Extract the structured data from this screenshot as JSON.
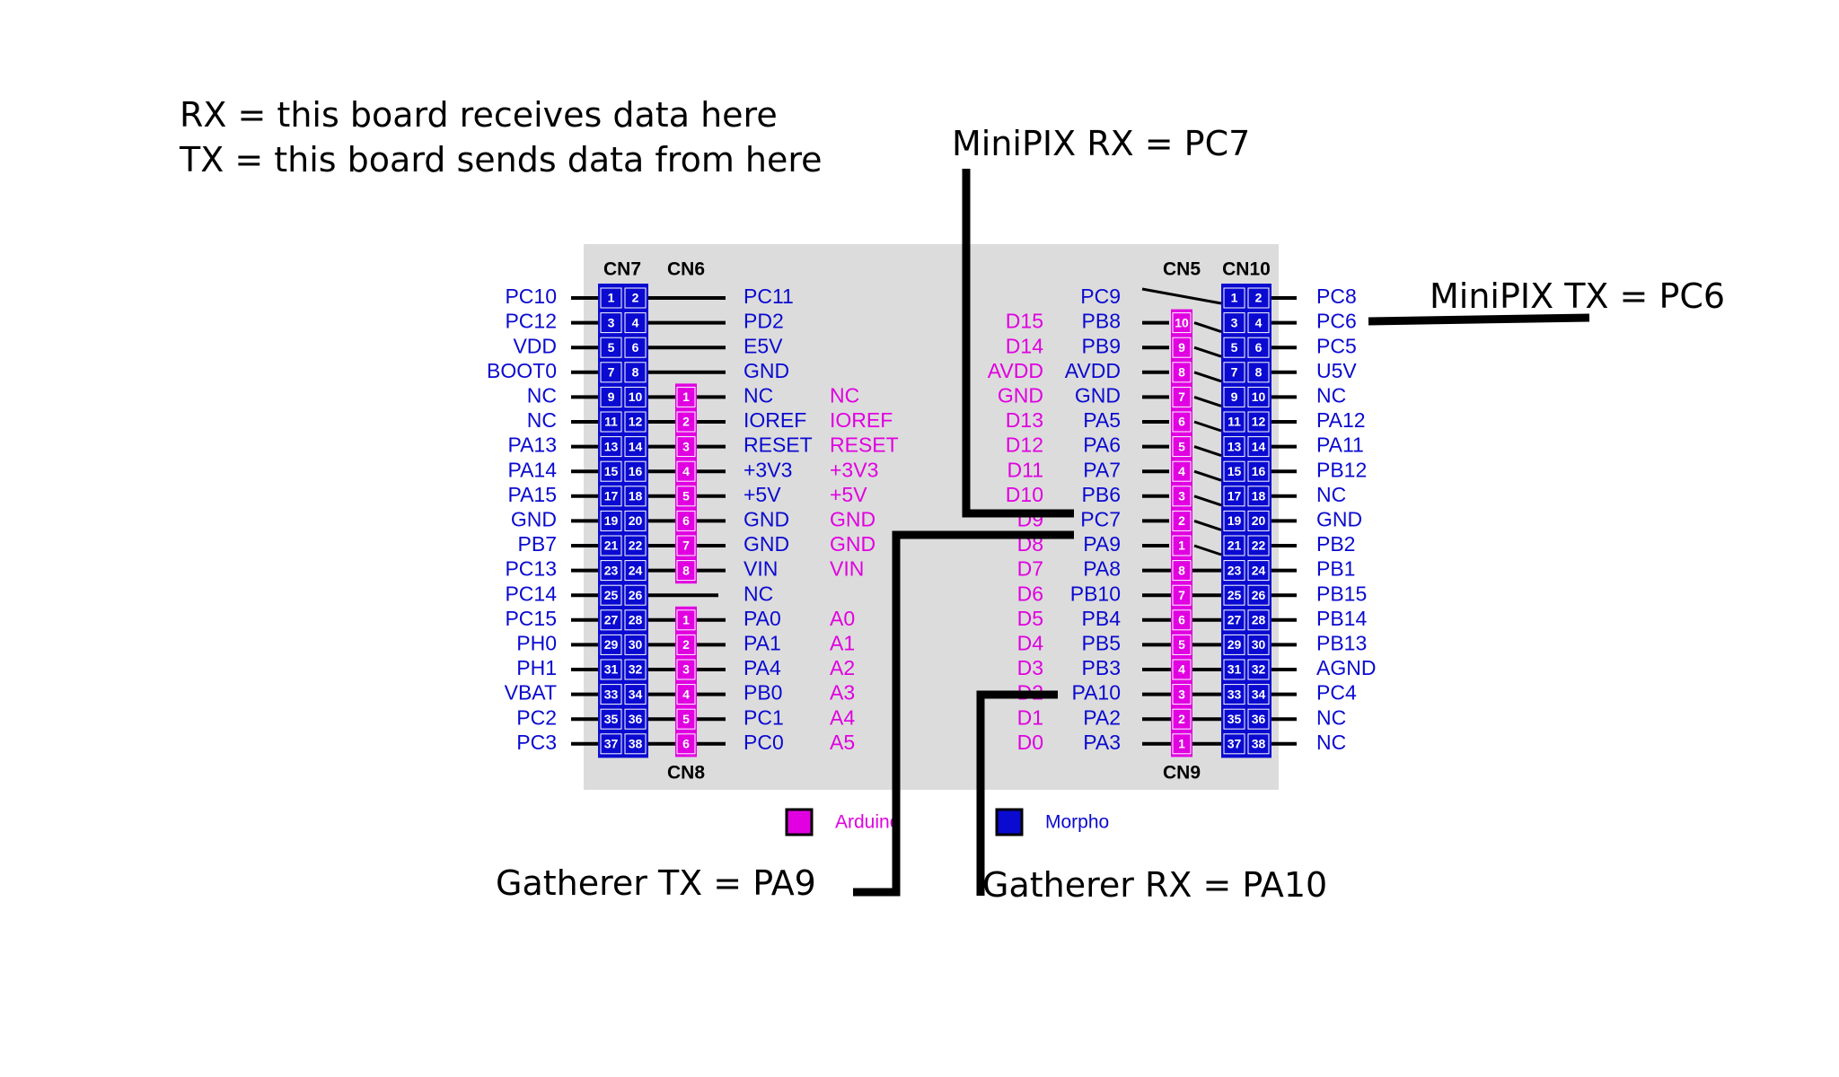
{
  "notes": {
    "rx_definition": "RX = this board receives data here",
    "tx_definition": "TX = this board sends data from here",
    "minipix_rx": "MiniPIX RX = PC7",
    "minipix_tx": "MiniPIX TX = PC6",
    "gatherer_tx": "Gatherer TX = PA9",
    "gatherer_rx": "Gatherer RX = PA10"
  },
  "headers": {
    "cn7": "CN7",
    "cn6": "CN6",
    "cn8": "CN8",
    "cn5": "CN5",
    "cn10": "CN10",
    "cn9": "CN9"
  },
  "colors": {
    "morpho": "#0a0ad0",
    "arduino": "#e000e0",
    "board": "#dcdcdc",
    "wire": "#000000"
  },
  "legend": {
    "arduino": "Arduino",
    "morpho": "Morpho"
  },
  "cn7": {
    "left": [
      "PC10",
      "PC12",
      "VDD",
      "BOOT0",
      "NC",
      "NC",
      "PA13",
      "PA14",
      "PA15",
      "GND",
      "PB7",
      "PC13",
      "PC14",
      "PC15",
      "PH0",
      "PH1",
      "VBAT",
      "PC2",
      "PC3"
    ],
    "right": [
      "PC11",
      "PD2",
      "E5V",
      "GND",
      "NC",
      "IOREF",
      "RESET",
      "+3V3",
      "+5V",
      "GND",
      "GND",
      "VIN",
      "NC",
      "PA0",
      "PA1",
      "PA4",
      "PB0",
      "PC1",
      "PC0"
    ]
  },
  "cn6_labels": [
    "NC",
    "IOREF",
    "RESET",
    "+3V3",
    "+5V",
    "GND",
    "GND",
    "VIN"
  ],
  "cn8_labels": [
    "A0",
    "A1",
    "A2",
    "A3",
    "A4",
    "A5"
  ],
  "cn10": {
    "left": [
      "PC9",
      "PB8",
      "PB9",
      "AVDD",
      "GND",
      "PA5",
      "PA6",
      "PA7",
      "PB6",
      "PC7",
      "PA9",
      "PA8",
      "PB10",
      "PB4",
      "PB5",
      "PB3",
      "PA10",
      "PA2",
      "PA3"
    ],
    "right": [
      "PC8",
      "PC6",
      "PC5",
      "U5V",
      "NC",
      "PA12",
      "PA11",
      "PB12",
      "NC",
      "GND",
      "PB2",
      "PB1",
      "PB15",
      "PB14",
      "PB13",
      "AGND",
      "PC4",
      "NC",
      "NC"
    ]
  },
  "cn5_labels": [
    "D15",
    "D14",
    "AVDD",
    "GND",
    "D13",
    "D12",
    "D11",
    "D10",
    "D9",
    "D8"
  ],
  "cn9_labels": [
    "D7",
    "D6",
    "D5",
    "D4",
    "D3",
    "D2",
    "D1",
    "D0"
  ]
}
